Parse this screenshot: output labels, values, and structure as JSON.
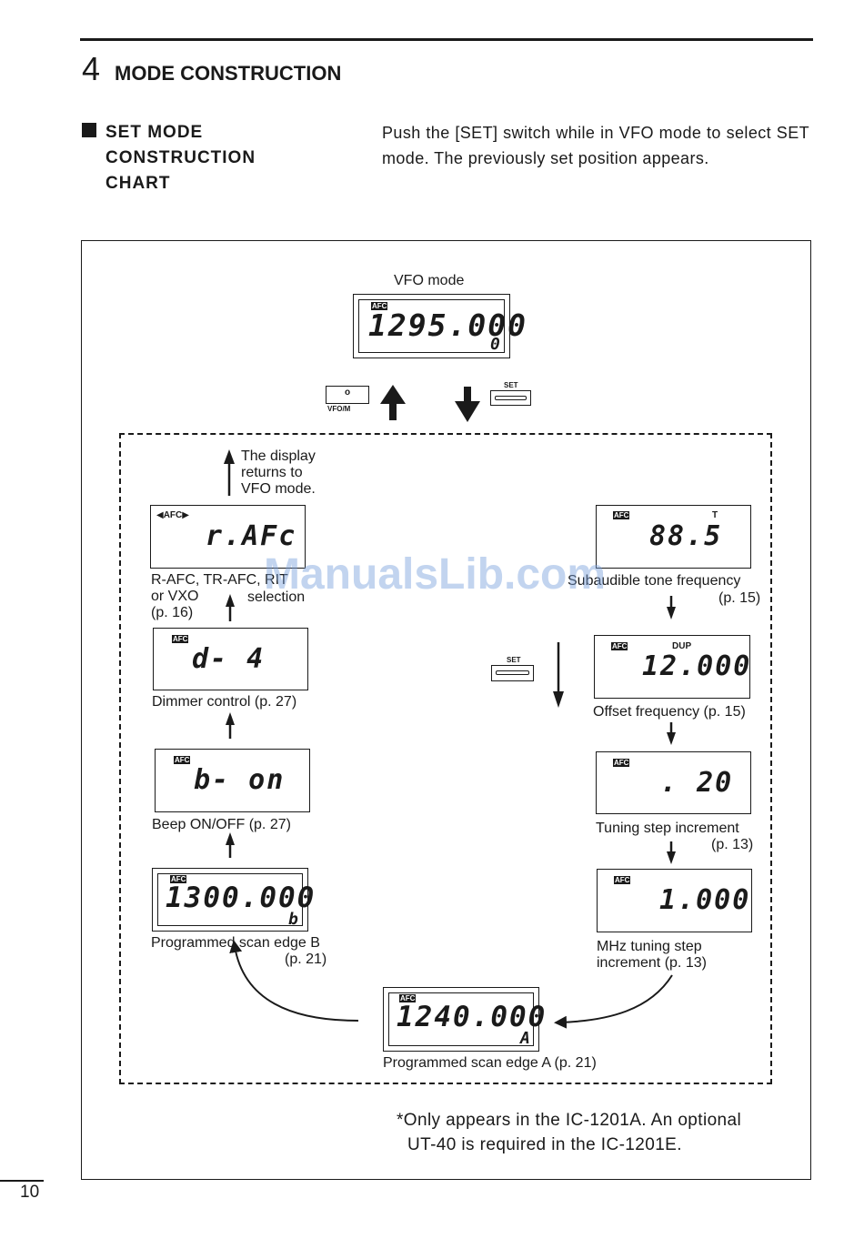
{
  "header": {
    "chapter_number": "4",
    "chapter_title": "MODE CONSTRUCTION"
  },
  "section": {
    "title_line1": "SET MODE",
    "title_line2": "CONSTRUCTION",
    "title_line3": "CHART",
    "intro_text": "Push the [SET] switch while in VFO mode to select SET mode. The previously set position appears."
  },
  "diagram": {
    "vfo": {
      "label": "VFO mode",
      "display": "1295.000",
      "sub": "0",
      "tag": "AFC"
    },
    "buttons": {
      "vfo_m_caption": "VFO/M",
      "vfo_m_mark": "o",
      "set_caption": "SET"
    },
    "return_note": {
      "line1": "The display",
      "line2": "returns to",
      "line3": "VFO mode."
    },
    "left": [
      {
        "id": "rafc",
        "display": "r.AFc",
        "tag": "◀AFC▶",
        "caption_lines": [
          "R-AFC, TR-AFC, RIT",
          "or VXO",
          "(p. 16)"
        ],
        "caption_extra": "selection"
      },
      {
        "id": "dimmer",
        "display": "d- 4",
        "tag": "AFC",
        "caption_lines": [
          "Dimmer control (p. 27)"
        ]
      },
      {
        "id": "beep",
        "display": "b- on",
        "tag": "AFC",
        "caption_lines": [
          "Beep ON/OFF (p. 27)"
        ]
      },
      {
        "id": "edge_b",
        "display": "1300.000",
        "sub": "b",
        "tag": "AFC",
        "caption_lines": [
          "Programmed scan edge B",
          "(p. 21)"
        ]
      }
    ],
    "right": [
      {
        "id": "tone",
        "display": "88.5",
        "tag": "AFC",
        "tag2": "T",
        "caption_lines": [
          "Subaudible tone frequency",
          "(p. 15)"
        ]
      },
      {
        "id": "offset",
        "display": "12.000",
        "tag": "AFC",
        "tag2": "DUP",
        "caption_lines": [
          "Offset frequency (p. 15)"
        ]
      },
      {
        "id": "step",
        "display": ". 20",
        "tag": "AFC",
        "caption_lines": [
          "Tuning step increment",
          "(p. 13)"
        ]
      },
      {
        "id": "mhz_step",
        "display": "1.000",
        "tag": "AFC",
        "caption_lines": [
          "MHz tuning step",
          "increment (p. 13)"
        ]
      }
    ],
    "bottom": {
      "id": "edge_a",
      "display": "1240.000",
      "sub": "A",
      "tag": "AFC",
      "caption": "Programmed scan edge A (p. 21)"
    }
  },
  "footnote": {
    "line1": "*Only appears in the IC-1201A. An optional",
    "line2": "UT-40 is required in the IC-1201E."
  },
  "page_number": "10",
  "watermark": "ManualsLib.com"
}
